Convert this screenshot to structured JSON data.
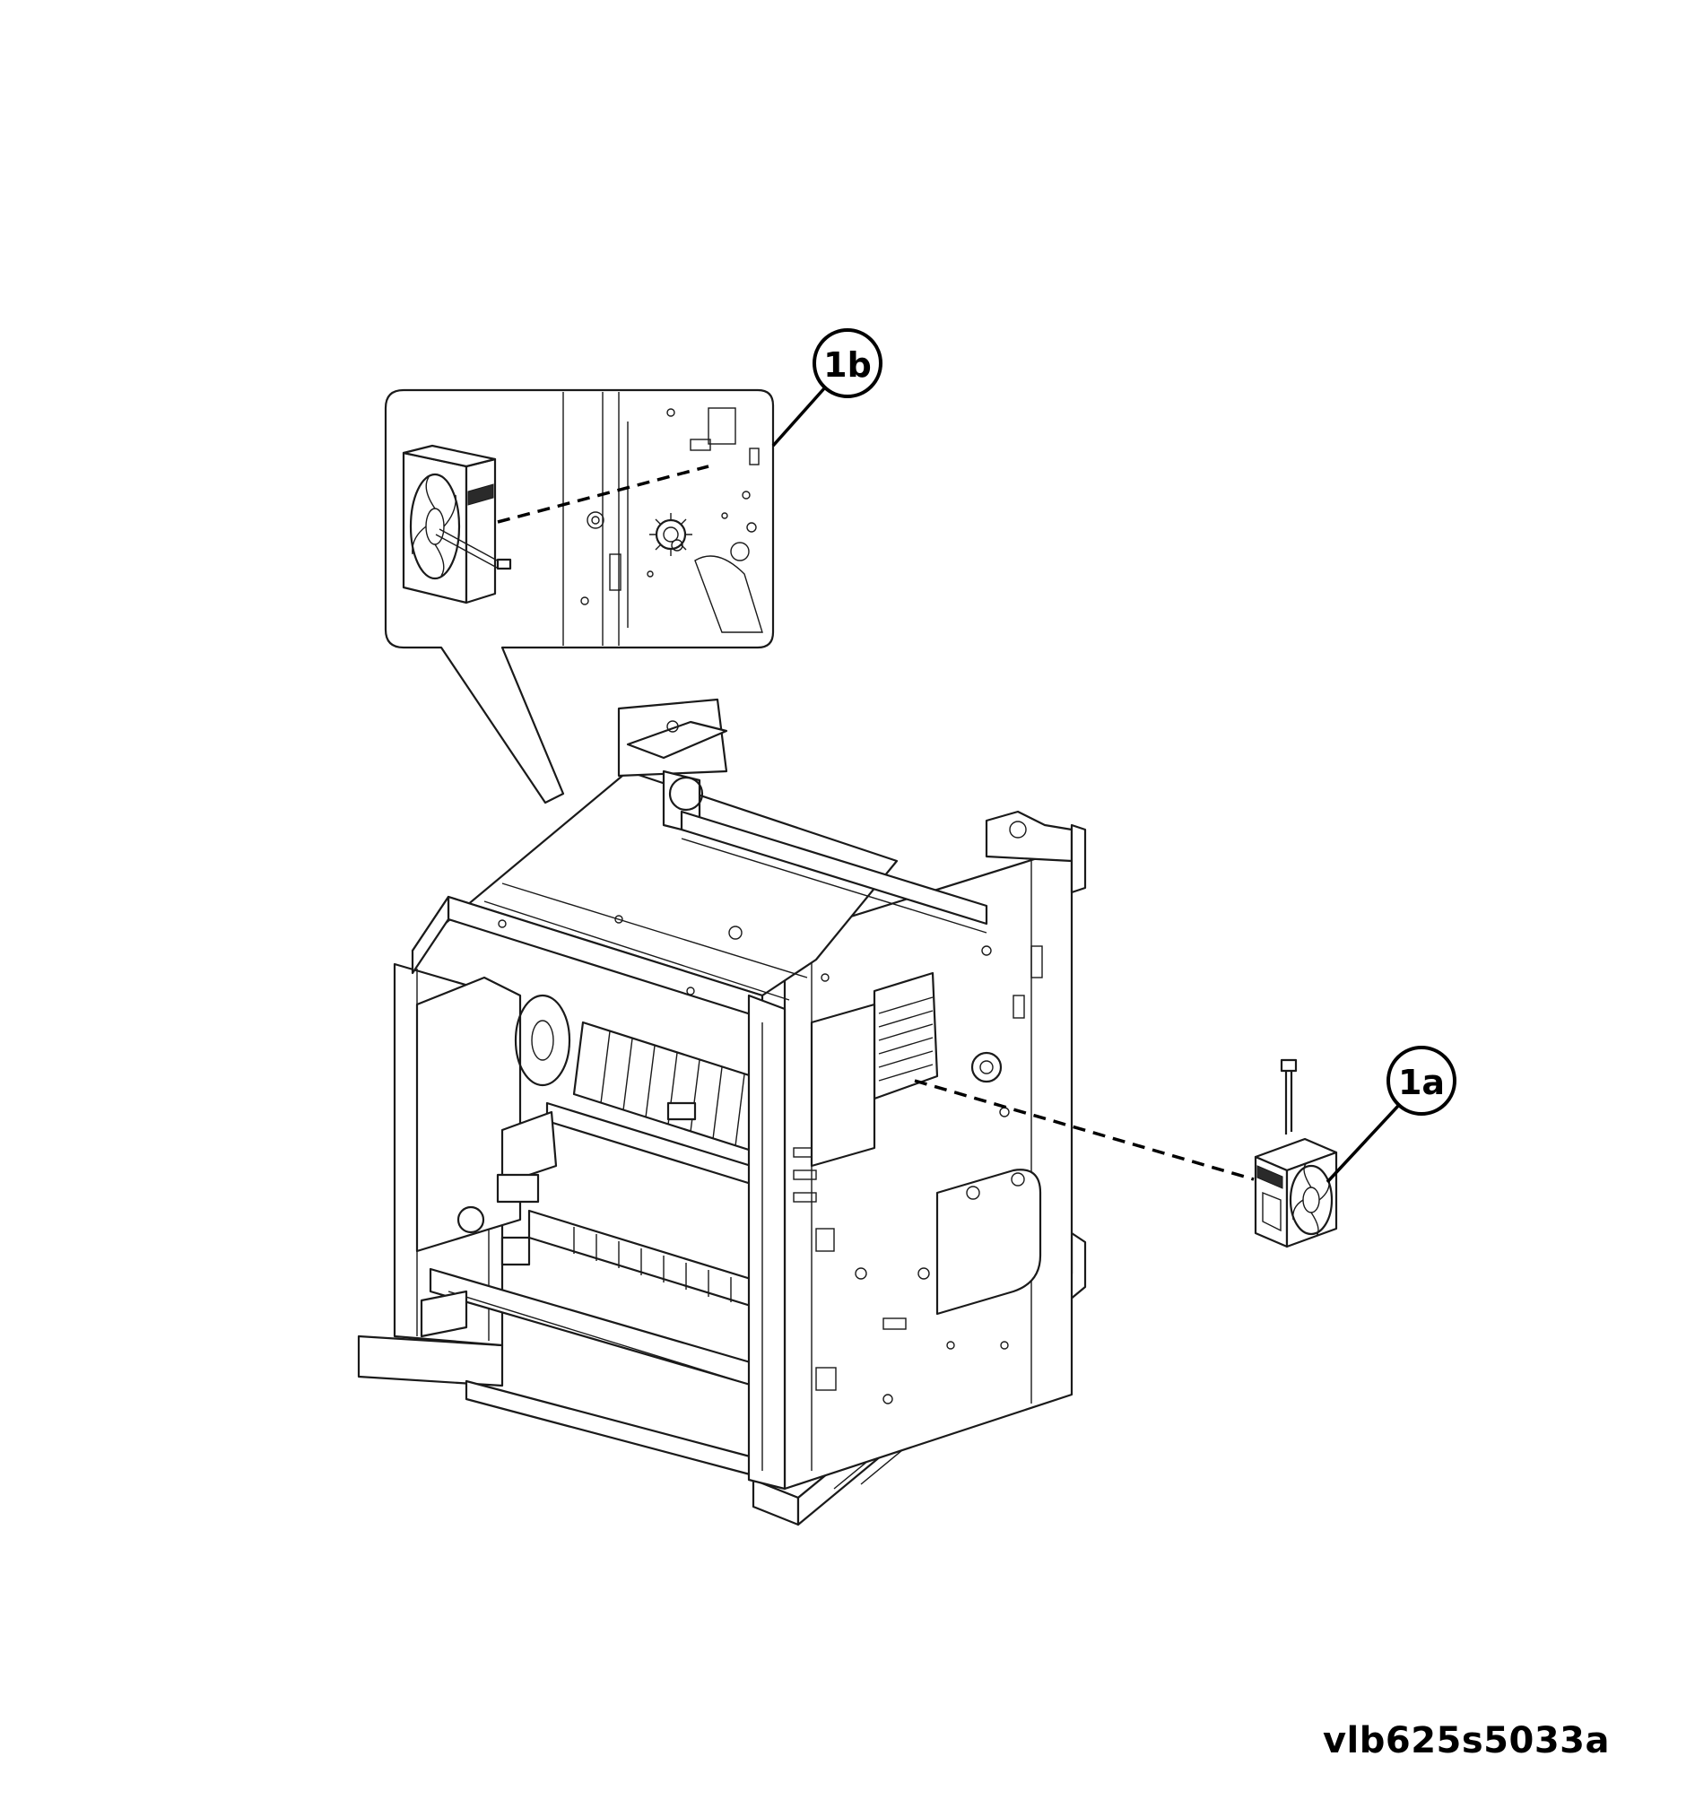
{
  "callouts": {
    "fan_rear": {
      "label": "1a"
    },
    "fan_detail": {
      "label": "1b"
    }
  },
  "figure_id": "vlb625s5033a",
  "colors": {
    "line": "#1a1a1a",
    "background": "#ffffff"
  },
  "icons": [
    "fan-icon",
    "printer-frame-illustration"
  ]
}
